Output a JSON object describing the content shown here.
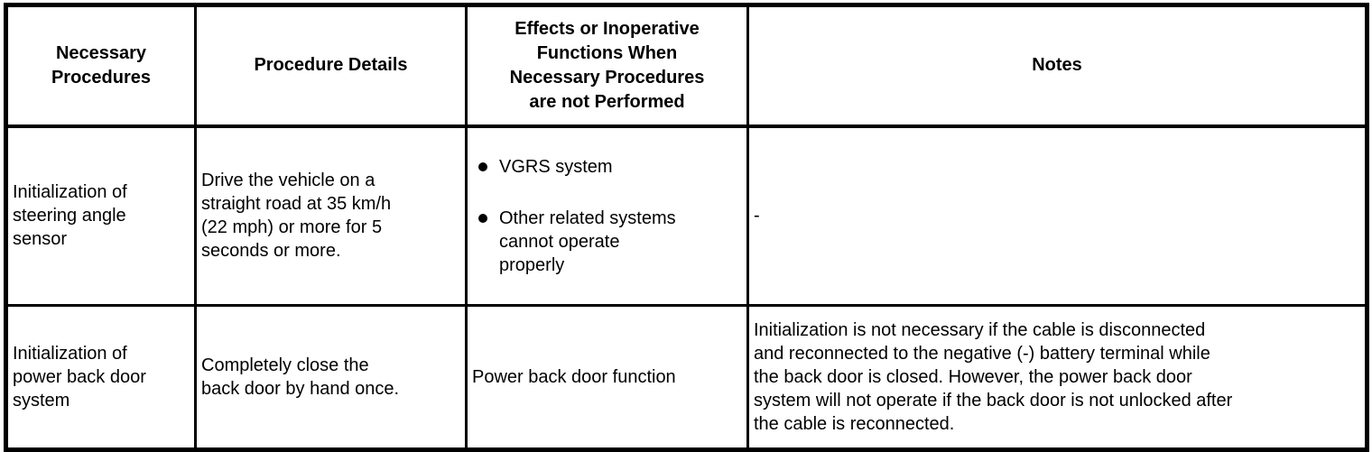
{
  "table": {
    "headers": [
      "Necessary\nProcedures",
      "Procedure Details",
      "Effects or Inoperative\nFunctions When\nNecessary Procedures\nare not Performed",
      "Notes"
    ],
    "rows": [
      {
        "procedure": "Initialization of\nsteering angle\nsensor",
        "details": "Drive the vehicle on a\nstraight road at 35 km/h\n(22 mph) or more for 5\nseconds or more.",
        "effects_bullets": [
          "VGRS system",
          "Other related systems\ncannot operate\nproperly"
        ],
        "notes": "-"
      },
      {
        "procedure": "Initialization of\npower back door\nsystem",
        "details": "Completely close the\nback door by hand once.",
        "effects_text": "Power back door function",
        "notes": "Initialization is not necessary if the cable is disconnected\nand reconnected to the negative (-) battery terminal while\nthe back door is closed. However, the power back door\nsystem will not operate if the back door is not unlocked after\nthe cable is reconnected."
      }
    ],
    "colors": {
      "border": "#000000",
      "text": "#000000",
      "background": "#ffffff"
    }
  }
}
